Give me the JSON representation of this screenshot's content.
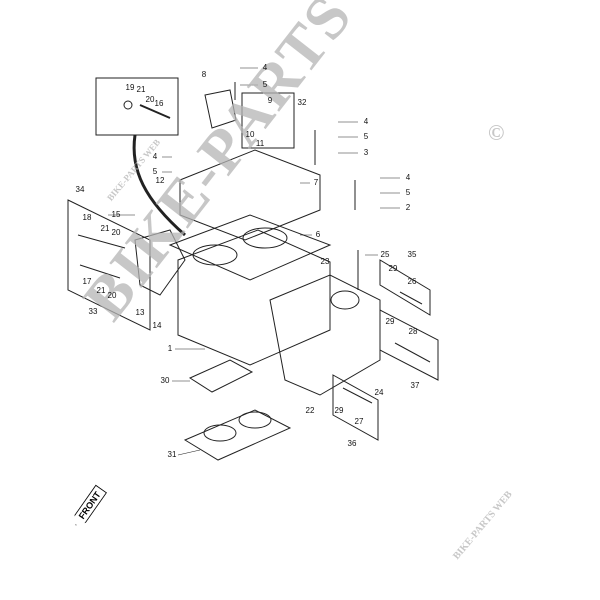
{
  "watermark": {
    "main": "BIKE-PARTS WEB",
    "copyright": "©",
    "small": "BIKE-PARTS WEB"
  },
  "front_label": "FRONT",
  "callouts": [
    "4",
    "5",
    "8",
    "32",
    "9",
    "10",
    "11",
    "4",
    "5",
    "3",
    "4",
    "5",
    "12",
    "7",
    "4",
    "5",
    "2",
    "6",
    "25",
    "23",
    "35",
    "29",
    "26",
    "29",
    "28",
    "37",
    "24",
    "22",
    "29",
    "27",
    "36",
    "1",
    "30",
    "31",
    "19",
    "21",
    "20",
    "16",
    "34",
    "18",
    "15",
    "21",
    "20",
    "17",
    "21",
    "20",
    "13",
    "14",
    "33"
  ]
}
